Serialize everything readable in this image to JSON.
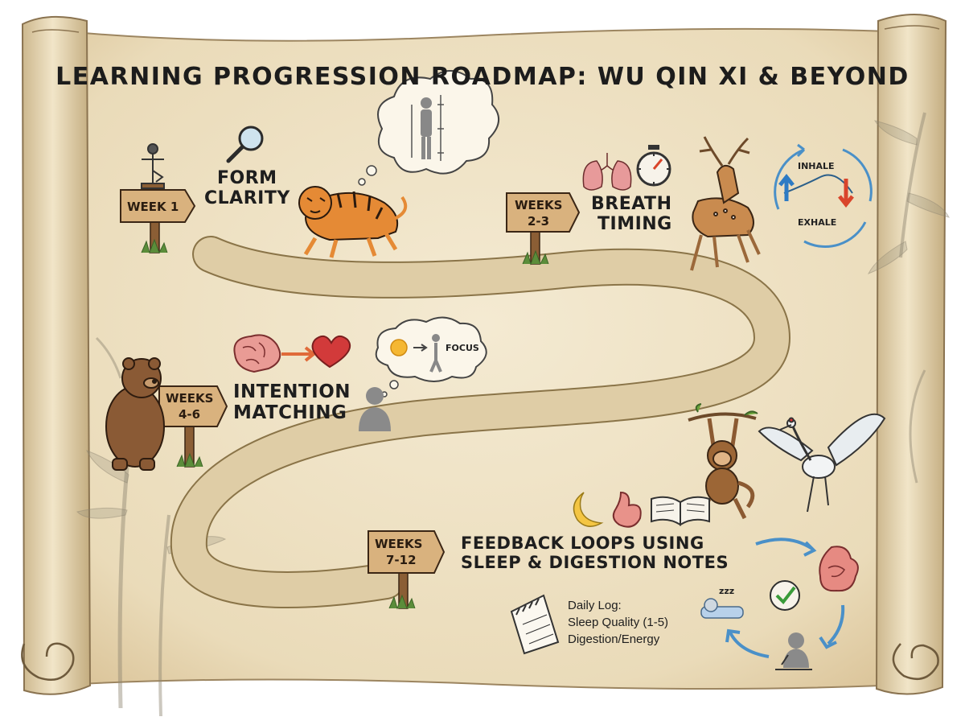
{
  "title": "LEARNING PROGRESSION ROADMAP: WU QIN XI & BEYOND",
  "signs": [
    {
      "label_line1": "WEEK 1",
      "label_line2": ""
    },
    {
      "label_line1": "WEEKS",
      "label_line2": "2-3"
    },
    {
      "label_line1": "WEEKS",
      "label_line2": "4-6"
    },
    {
      "label_line1": "WEEKS",
      "label_line2": "7-12"
    }
  ],
  "stages": [
    {
      "line1": "FORM",
      "line2": "CLARITY"
    },
    {
      "line1": "BREATH",
      "line2": "TIMING"
    },
    {
      "line1": "INTENTION",
      "line2": "MATCHING"
    },
    {
      "line1": "FEEDBACK LOOPS USING",
      "line2": "SLEEP & DIGESTION NOTES"
    }
  ],
  "breath_cycle": {
    "inhale": "INHALE",
    "exhale": "EXHALE"
  },
  "focus_bubble": {
    "label": "FOCUS"
  },
  "daily_log": {
    "title": "Daily Log:",
    "line1": "Sleep Quality (1-5)",
    "line2": "Digestion/Energy"
  },
  "sleep_zzz": "zzz",
  "colors": {
    "parchment": "#efe3c6",
    "path": "#ddc9a0",
    "ink": "#1e1e1e",
    "sign": "#d9b27e"
  }
}
